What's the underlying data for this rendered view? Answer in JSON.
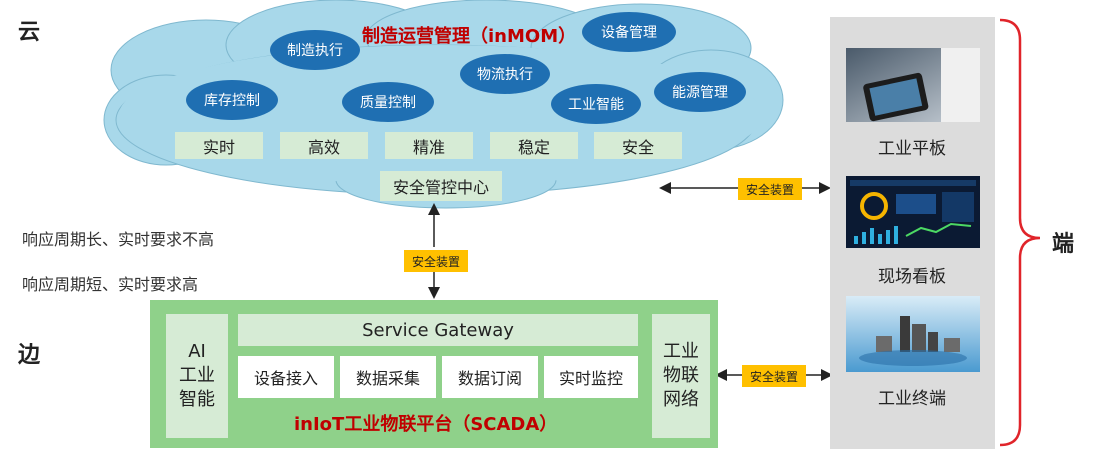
{
  "layers": {
    "cloud": "云",
    "edge": "边",
    "terminal": "端"
  },
  "notes": [
    "响应周期长、实时要求不高",
    "响应周期短、实时要求高"
  ],
  "cloud": {
    "title": "制造运营管理（inMOM）",
    "modules": [
      "设备管理",
      "制造执行",
      "物流执行",
      "库存控制",
      "质量控制",
      "工业智能",
      "能源管理"
    ],
    "tags": [
      "实时",
      "高效",
      "精准",
      "稳定",
      "安全"
    ],
    "center": "安全管控中心"
  },
  "security_device": "安全装置",
  "edge": {
    "ai": "AI\n工业\n智能",
    "gateway": "Service Gateway",
    "services": [
      "设备接入",
      "数据采集",
      "数据订阅",
      "实时监控"
    ],
    "network": "工业\n物联\n网络",
    "platform": "inIoT工业物联平台（SCADA）"
  },
  "devices": [
    "工业平板",
    "现场看板",
    "工业终端"
  ],
  "colors": {
    "cloud": "#a8d8ea",
    "pill": "#1f6fb2",
    "tag": "#d6ebd5",
    "edge": "#8fd18a",
    "security": "#ffc000",
    "brace": "#e0242a",
    "red": "#c00000"
  }
}
